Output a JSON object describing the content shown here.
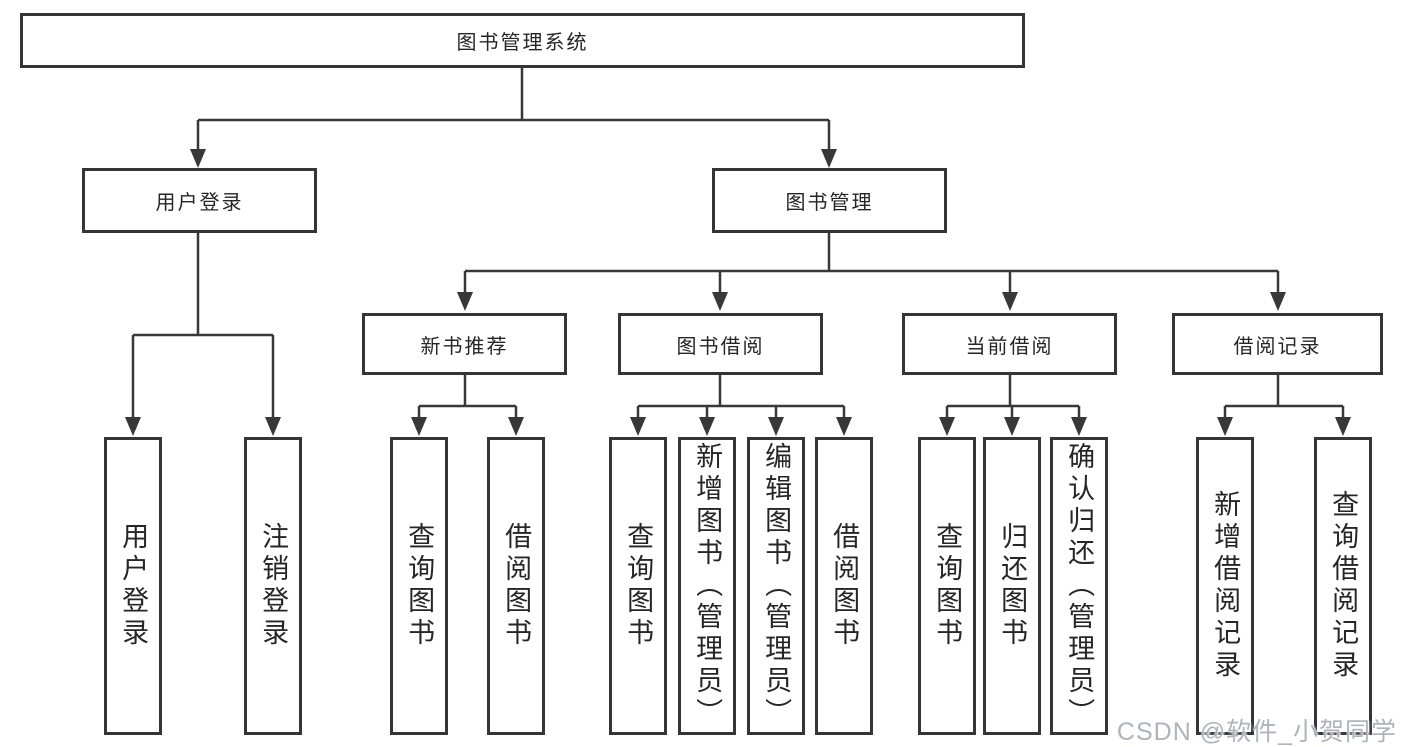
{
  "diagram": {
    "root": "图书管理系统",
    "branches": {
      "user_login": "用户登录",
      "book_management": "图书管理"
    },
    "modules": {
      "new_book_recommend": "新书推荐",
      "book_borrowing": "图书借阅",
      "current_borrowing": "当前借阅",
      "borrowing_records": "借阅记录"
    },
    "leaves": {
      "user_login": "用户登录",
      "logout": "注销登录",
      "recommend_query_books": "查询图书",
      "recommend_borrow_books": "借阅图书",
      "borrowing_query_books": "查询图书",
      "borrowing_add_books": "新增图书（管理员）",
      "borrowing_edit_books": "编辑图书（管理员）",
      "borrowing_borrow_books": "借阅图书",
      "current_query_books": "查询图书",
      "current_return_books": "归还图书",
      "current_confirm_return": "确认归还（管理员）",
      "records_add_record": "新增借阅记录",
      "records_query_record": "查询借阅记录"
    }
  },
  "watermark": "CSDN @软件_小贺同学",
  "colors": {
    "line": "#383838",
    "border": "#353535",
    "text": "#262626",
    "watermark": "#aaafb8"
  }
}
